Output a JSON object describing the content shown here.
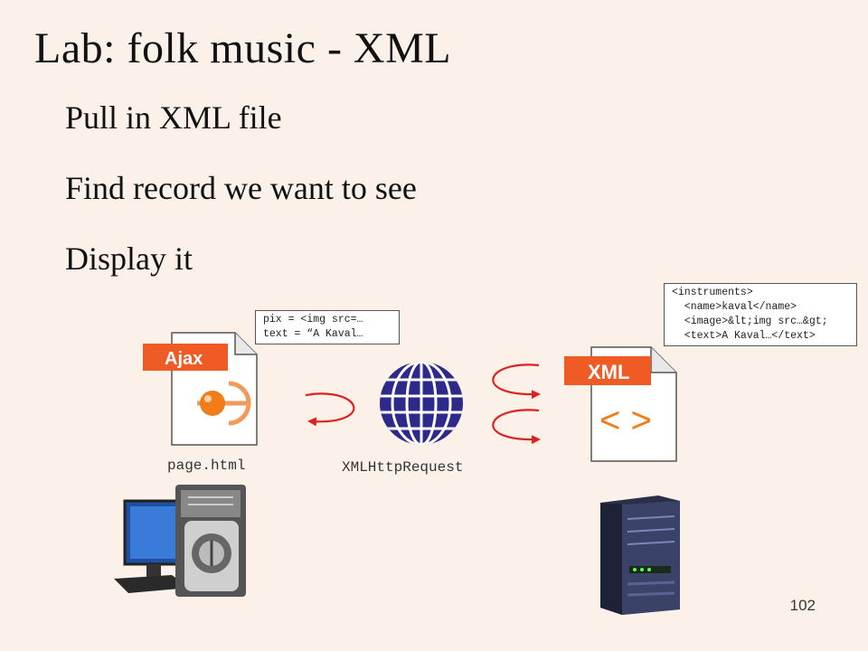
{
  "slide": {
    "title": "Lab: folk music - XML",
    "bullets": [
      "Pull in XML file",
      "Find record we want to see",
      "Display it"
    ],
    "page_number": "102"
  },
  "diagram": {
    "client_code": [
      "pix = <img src=…",
      "text = “A Kaval…"
    ],
    "xml_snippet": [
      "<instruments>",
      "  <name>kaval</name>",
      "  <image>&lt;img src…&gt;",
      "  <text>A Kaval…</text>"
    ],
    "ajax_badge": "Ajax",
    "xml_badge": "XML",
    "xml_icon_glyph": "< >",
    "page_label": "page.html",
    "xhr_label": "XMLHttpRequest"
  },
  "colors": {
    "background": "#fbf1e8",
    "badge_orange": "#f05a24",
    "arrow_red": "#e02020",
    "globe_purple": "#2e2a8c"
  },
  "icons": [
    "ajax-file-icon",
    "xml-file-icon",
    "globe-icon",
    "desktop-computer-icon",
    "server-tower-icon",
    "curved-arrow-icon"
  ]
}
